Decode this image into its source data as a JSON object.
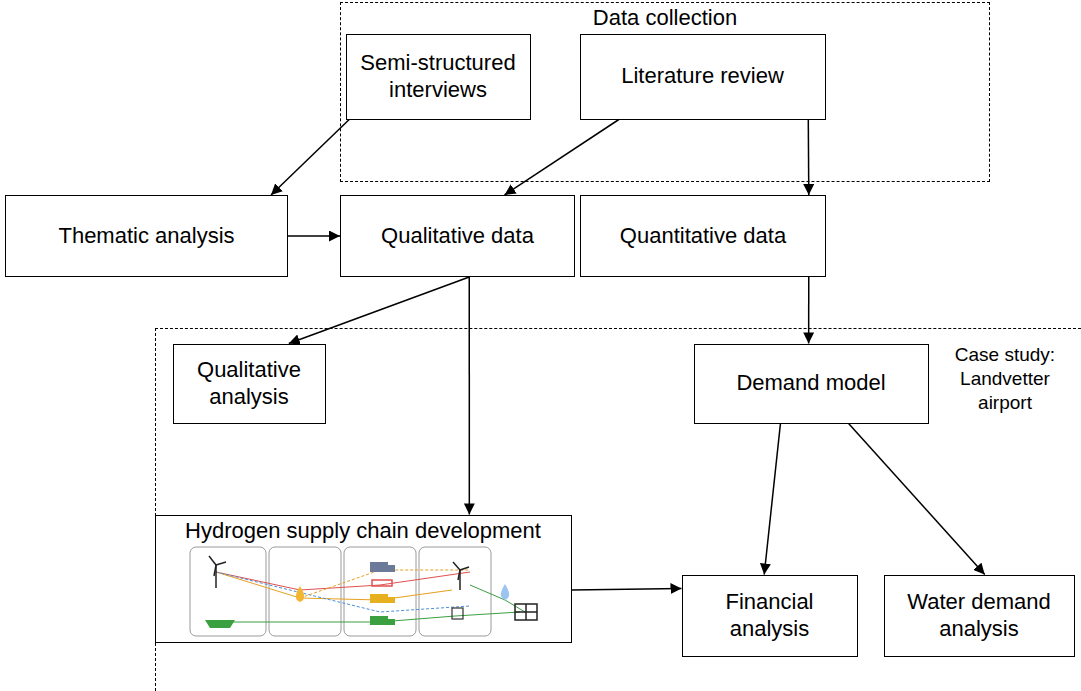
{
  "diagram": {
    "nodes": [
      {
        "text": [
          "Data collection"
        ]
      },
      {
        "text": [
          "Semi-structured interviews"
        ],
        "in": 0
      },
      {
        "text": [
          "Literature review"
        ],
        "in": 0
      },
      {
        "text": [
          "Thematic analysis"
        ]
      },
      {
        "text": [
          "Qualitative data"
        ]
      },
      {
        "text": [
          "Quantitative data"
        ]
      },
      {
        "text": [
          "Case study: Landvetter airport"
        ]
      },
      {
        "text": [
          "Qualitative analysis"
        ],
        "in": 6
      },
      {
        "text": [
          "Demand model"
        ],
        "in": 6
      },
      {
        "text": [
          "Hydrogen supply chain development"
        ],
        "in": 6
      },
      {
        "text": [
          "Financial analysis"
        ],
        "in": 6
      },
      {
        "text": [
          "Water demand analysis"
        ],
        "in": 6
      }
    ],
    "edges": [
      {
        "from": 1,
        "to": 3,
        "arrow": "to"
      },
      {
        "from": 2,
        "to": 4,
        "arrow": "to"
      },
      {
        "from": 2,
        "to": 5,
        "arrow": "to"
      },
      {
        "from": 3,
        "to": 4,
        "arrow": "to"
      },
      {
        "from": 4,
        "to": 7,
        "arrow": "to"
      },
      {
        "from": 4,
        "to": 9,
        "arrow": "to"
      },
      {
        "from": 5,
        "to": 8,
        "arrow": "to"
      },
      {
        "from": 8,
        "to": 10,
        "arrow": "to"
      },
      {
        "from": 8,
        "to": 11,
        "arrow": "to"
      },
      {
        "from": 9,
        "to": 10,
        "arrow": "to"
      }
    ]
  }
}
